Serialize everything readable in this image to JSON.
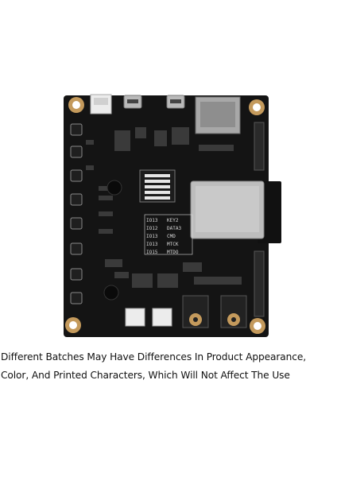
{
  "image": {
    "subject": "ESP32 audio development board",
    "colors": {
      "page_background": "#ffffff",
      "pcb": "#141414",
      "silkscreen": "#d9d9d9",
      "metal": "#b9b9b9",
      "connector_white": "#ececec",
      "mounting_hole": "#c49a5c"
    },
    "silkscreen_labels": {
      "row1_left": "IO13",
      "row1_right": "KEY2",
      "row2_left": "IO12",
      "row2_right": "DATA3",
      "row3_left": "IO13",
      "row3_right": "CMD",
      "row4_left": "IO13",
      "row4_right": "MTCK",
      "row5_left": "IO15",
      "row5_right": "MTDO"
    }
  },
  "caption": {
    "line1": "Different Batches May Have Differences In Product Appearance,",
    "line2": "Color, And Printed Characters, Which Will Not Affect The Use"
  }
}
